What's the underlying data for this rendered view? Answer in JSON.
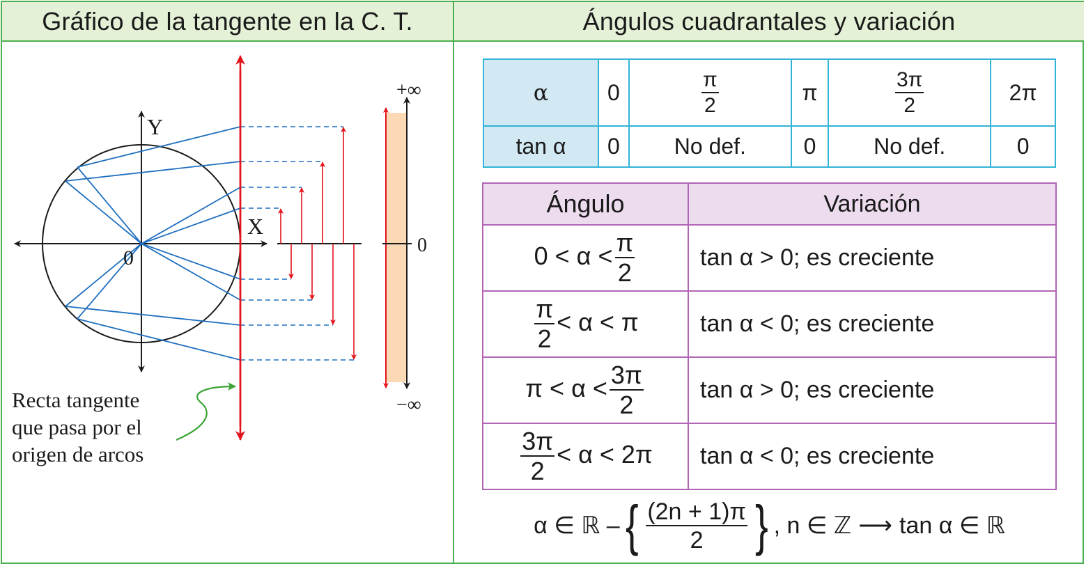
{
  "left_header": "Gráfico de la tangente en la C. T.",
  "right_header": "Ángulos cuadrantales y variación",
  "graph": {
    "axis_y_label": "Y",
    "axis_x_label": "X",
    "origin_label": "0",
    "plus_infinity": "+∞",
    "minus_infinity": "−∞",
    "zero_label": "0",
    "annotation_lines": [
      "Recta tangente",
      "que pasa por el",
      "origen de arcos"
    ],
    "colors": {
      "circle": "#1a1a1a",
      "rays": "#1f6fbf",
      "tangent": "#e3131b",
      "range_bar": "#fbd9b5",
      "annotation_arrow": "#3aa335"
    }
  },
  "quadrantal_table": {
    "row1_label": "α",
    "row2_label": "tan α",
    "angles": [
      {
        "text": "0"
      },
      {
        "num": "π",
        "den": "2"
      },
      {
        "text": "π"
      },
      {
        "num": "3π",
        "den": "2"
      },
      {
        "text": "2π"
      }
    ],
    "tan_values": [
      "0",
      "No def.",
      "0",
      "No def.",
      "0"
    ]
  },
  "variation_table": {
    "header_angle": "Ángulo",
    "header_variation": "Variación",
    "rows": [
      {
        "pre": "0 < α <",
        "frac_num": "π",
        "frac_den": "2",
        "post": "",
        "variation": "tan α > 0; es creciente"
      },
      {
        "pre": "",
        "frac_num": "π",
        "frac_den": "2",
        "post": "< α < π",
        "variation": "tan α < 0; es creciente"
      },
      {
        "pre": "π < α <",
        "frac_num": "3π",
        "frac_den": "2",
        "post": "",
        "variation": "tan α > 0; es creciente"
      },
      {
        "pre": "",
        "frac_num": "3π",
        "frac_den": "2",
        "post": "< α < 2π",
        "variation": "tan α < 0; es creciente"
      }
    ]
  },
  "domain_formula": {
    "left": "α ∈ ℝ –",
    "brace_open": "{",
    "frac_num": "(2n + 1)π",
    "frac_den": "2",
    "brace_close": "}",
    "middle": ", n ∈ ℤ",
    "arrow": "⟶",
    "right": "tan α ∈ ℝ"
  }
}
